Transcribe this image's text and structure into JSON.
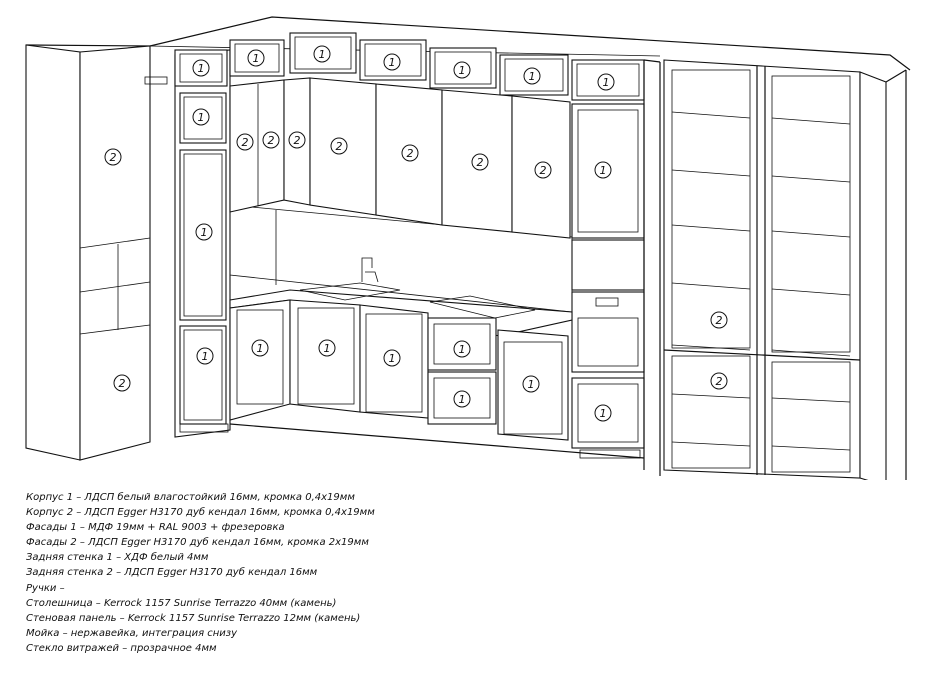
{
  "drawing": {
    "markers": {
      "facade1": "1",
      "facade2": "2"
    }
  },
  "legend": [
    "Корпус 1 – ЛДСП белый влагостойкий 16мм, кромка 0,4х19мм",
    "Корпус 2  – ЛДСП Egger H3170 дуб кендал 16мм, кромка 0,4х19мм",
    "Фасады 1 – МДФ 19мм + RAL 9003 + фрезеровка",
    "Фасады 2 – ЛДСП Egger H3170 дуб кендал 16мм, кромка 2х19мм",
    "Задняя стенка 1 – ХДФ белый 4мм",
    "Задняя стенка 2 – ЛДСП Egger H3170 дуб кендал 16мм",
    "Ручки –",
    "Столешница – Kerrock 1157 Sunrise Terrazzo 40мм (камень)",
    "Стеновая панель – Kerrock 1157 Sunrise Terrazzo 12мм (камень)",
    "Мойка – нержавейка, интеграция снизу",
    "Стекло витражей – прозрачное 4мм"
  ]
}
